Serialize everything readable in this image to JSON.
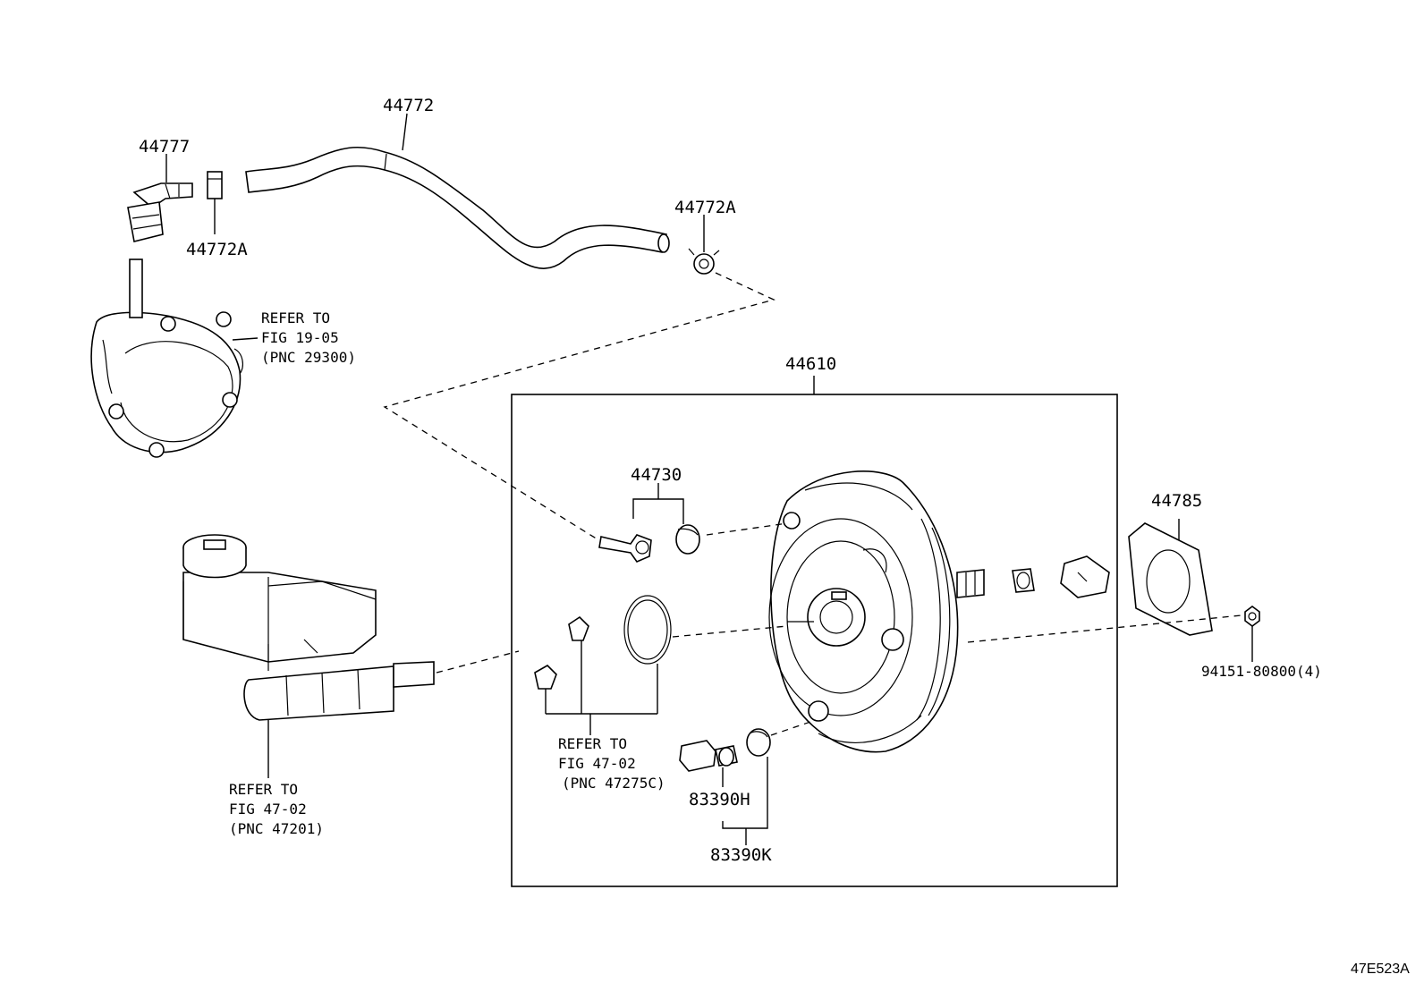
{
  "diagram_code": "47E523A",
  "parts": {
    "p44772": "44772",
    "p44777": "44777",
    "p44772a_left": "44772A",
    "p44772a_right": "44772A",
    "p44610": "44610",
    "p44730": "44730",
    "p44785": "44785",
    "p94151": "94151-80800(4)",
    "p83390h": "83390H",
    "p83390k": "83390K"
  },
  "refs": {
    "vacuum_pump": [
      "REFER TO",
      "FIG 19-05",
      "(PNC 29300)"
    ],
    "master_cylinder": [
      "REFER TO",
      "FIG 47-02",
      "(PNC 47201)"
    ],
    "seal_kit": [
      "REFER TO",
      "FIG 47-02",
      "(PNC 47275C)"
    ]
  }
}
